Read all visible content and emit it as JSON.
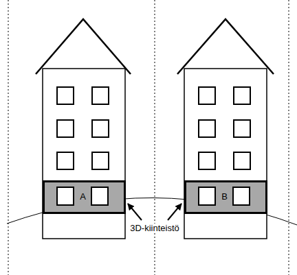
{
  "diagram": {
    "nodes": [
      {
        "text": [
          "A"
        ]
      },
      {
        "text": [
          "B"
        ]
      }
    ],
    "labels": [
      "3D-kiinteistö"
    ]
  }
}
